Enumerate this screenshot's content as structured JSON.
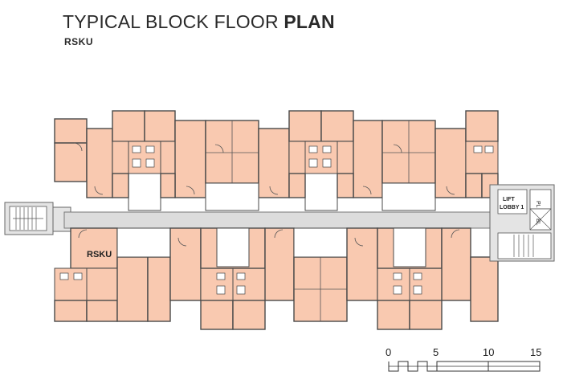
{
  "header": {
    "title_light": "TYPICAL BLOCK FLOOR ",
    "title_bold": "PLAN",
    "subtitle": "RSKU"
  },
  "plan": {
    "unit_label": "RSKU",
    "lift_lobby_label_line1": "LIFT",
    "lift_lobby_label_line2": "LOBBY 1",
    "pl_label": "PL",
    "bl_label": "BL"
  },
  "scale_bar": {
    "labels": [
      "0",
      "5",
      "10",
      "15"
    ]
  },
  "colors": {
    "unit_fill": "#f9c9b0",
    "corridor_fill": "#dcdcdc",
    "wall": "#4a4a4a"
  }
}
